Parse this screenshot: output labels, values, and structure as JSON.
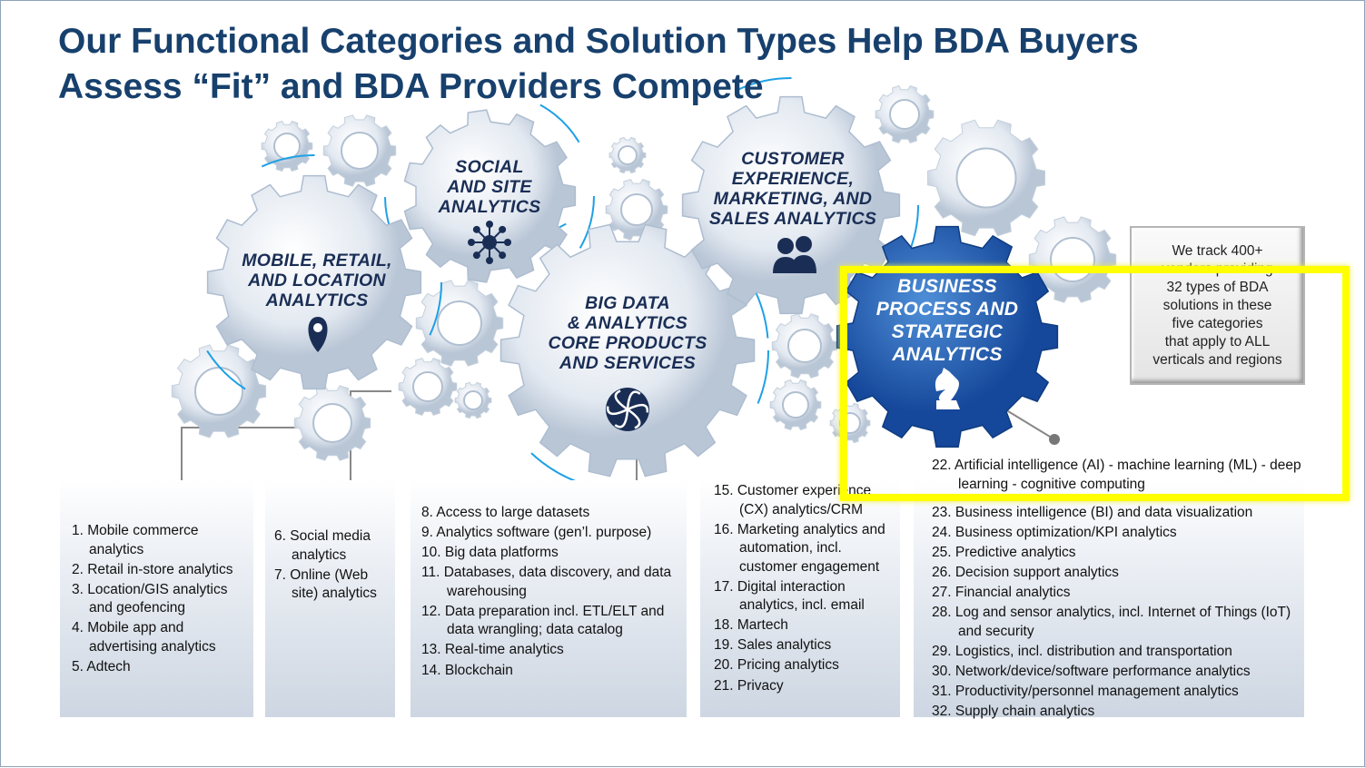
{
  "title": {
    "line1": "Our Functional Categories and Solution Types Help BDA Buyers",
    "line2": "Assess “Fit” and BDA Providers Compete"
  },
  "gears": [
    {
      "label": [
        "MOBILE, RETAIL,",
        "AND LOCATION",
        "ANALYTICS"
      ],
      "icon": "map-pin-icon"
    },
    {
      "label": [
        "SOCIAL",
        "AND SITE",
        "ANALYTICS"
      ],
      "icon": "network-hub-icon"
    },
    {
      "label": [
        "BIG DATA",
        "& ANALYTICS",
        "CORE PRODUCTS",
        "AND SERVICES"
      ],
      "icon": "swirl-aperture-icon"
    },
    {
      "label": [
        "CUSTOMER",
        "EXPERIENCE,",
        "MARKETING, AND",
        "SALES ANALYTICS"
      ],
      "icon": "people-icon"
    },
    {
      "label": [
        "BUSINESS",
        "PROCESS AND",
        "STRATEGIC",
        "ANALYTICS"
      ],
      "icon": "chess-knight-icon"
    }
  ],
  "colors": {
    "title": "#17406d",
    "highlight": "#ffff00",
    "business_gear": "#1d5aa8",
    "gear_silver": "#e6ebf2",
    "arrow": "#1ea0e6"
  },
  "callout": {
    "lines": [
      "We track 400+",
      "vendors providing",
      "32 types of BDA",
      "solutions in these",
      "five categories",
      "that apply to ALL",
      "verticals and regions"
    ]
  },
  "columns": [
    {
      "items": [
        "1. Mobile commerce analytics",
        "2. Retail in-store analytics",
        "3. Location/GIS analytics and geofencing",
        "4. Mobile app and advertising analytics",
        "5. Adtech"
      ]
    },
    {
      "items": [
        "6. Social media analytics",
        "7. Online (Web site) analytics"
      ]
    },
    {
      "items": [
        "8.   Access to large datasets",
        "9.   Analytics software (gen’l. purpose)",
        "10. Big data platforms",
        "11. Databases, data discovery, and data warehousing",
        "12. Data preparation incl. ETL/ELT and data wrangling; data catalog",
        "13. Real-time analytics",
        "14. Blockchain"
      ]
    },
    {
      "items": [
        "15. Customer experience (CX) analytics/CRM",
        "16. Marketing analytics and automation, incl. customer engagement",
        "17. Digital interaction analytics, incl. email",
        "18. Martech",
        "19. Sales analytics",
        "20. Pricing analytics",
        "21. Privacy"
      ]
    },
    {
      "highlighted": "22. Artificial intelligence (AI) - machine learning (ML) - deep learning - cognitive computing",
      "items": [
        "23. Business intelligence (BI) and data visualization",
        "24. Business optimization/KPI analytics",
        "25. Predictive analytics",
        "26. Decision support analytics",
        "27. Financial analytics",
        "28. Log and sensor analytics, incl. Internet of Things (IoT) and security",
        "29. Logistics, incl. distribution and transportation",
        "30. Network/device/software performance analytics",
        "31. Productivity/personnel management analytics",
        "32. Supply chain analytics"
      ]
    }
  ]
}
